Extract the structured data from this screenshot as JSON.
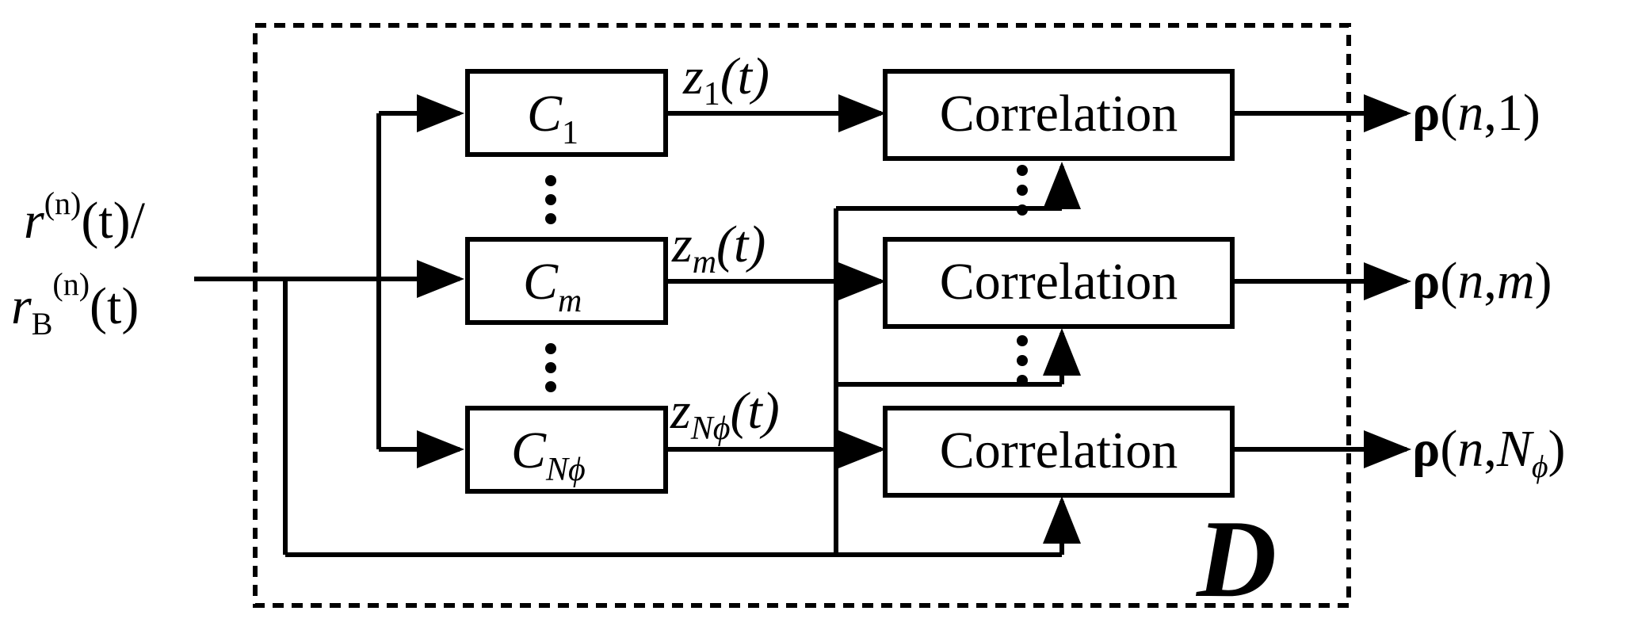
{
  "input": {
    "top_base": "r",
    "top_sup": "(n)",
    "top_tail": "(t)/",
    "bottom_base": "r",
    "bottom_sub": "B",
    "bottom_sup": "(n)",
    "bottom_tail": "(t)"
  },
  "blocks": {
    "c1": {
      "base": "C",
      "sub": "1"
    },
    "cm": {
      "base": "C",
      "sub": "m"
    },
    "cn": {
      "base": "C",
      "sub": "Nϕ"
    }
  },
  "signals": {
    "z1": {
      "base": "z",
      "sub": "1",
      "tail": "(t)"
    },
    "zm": {
      "base": "z",
      "sub": "m",
      "tail": "(t)"
    },
    "zn": {
      "base": "z",
      "sub": "Nϕ",
      "tail": "(t)"
    }
  },
  "correlation_label": "Correlation",
  "outputs": {
    "o1": {
      "rho": "ρ",
      "open": "(",
      "n": "n",
      "sep": ",",
      "idx": "1",
      "close": ")"
    },
    "om": {
      "rho": "ρ",
      "open": "(",
      "n": "n",
      "sep": ",",
      "idx": "m",
      "close": ")"
    },
    "on": {
      "rho": "ρ",
      "open": "(",
      "n": "n",
      "sep": ",",
      "idx": "N",
      "idx_sub": "ϕ",
      "close": ")"
    }
  },
  "detector_label": "D",
  "colors": {
    "stroke": "#000000",
    "background": "#ffffff"
  }
}
